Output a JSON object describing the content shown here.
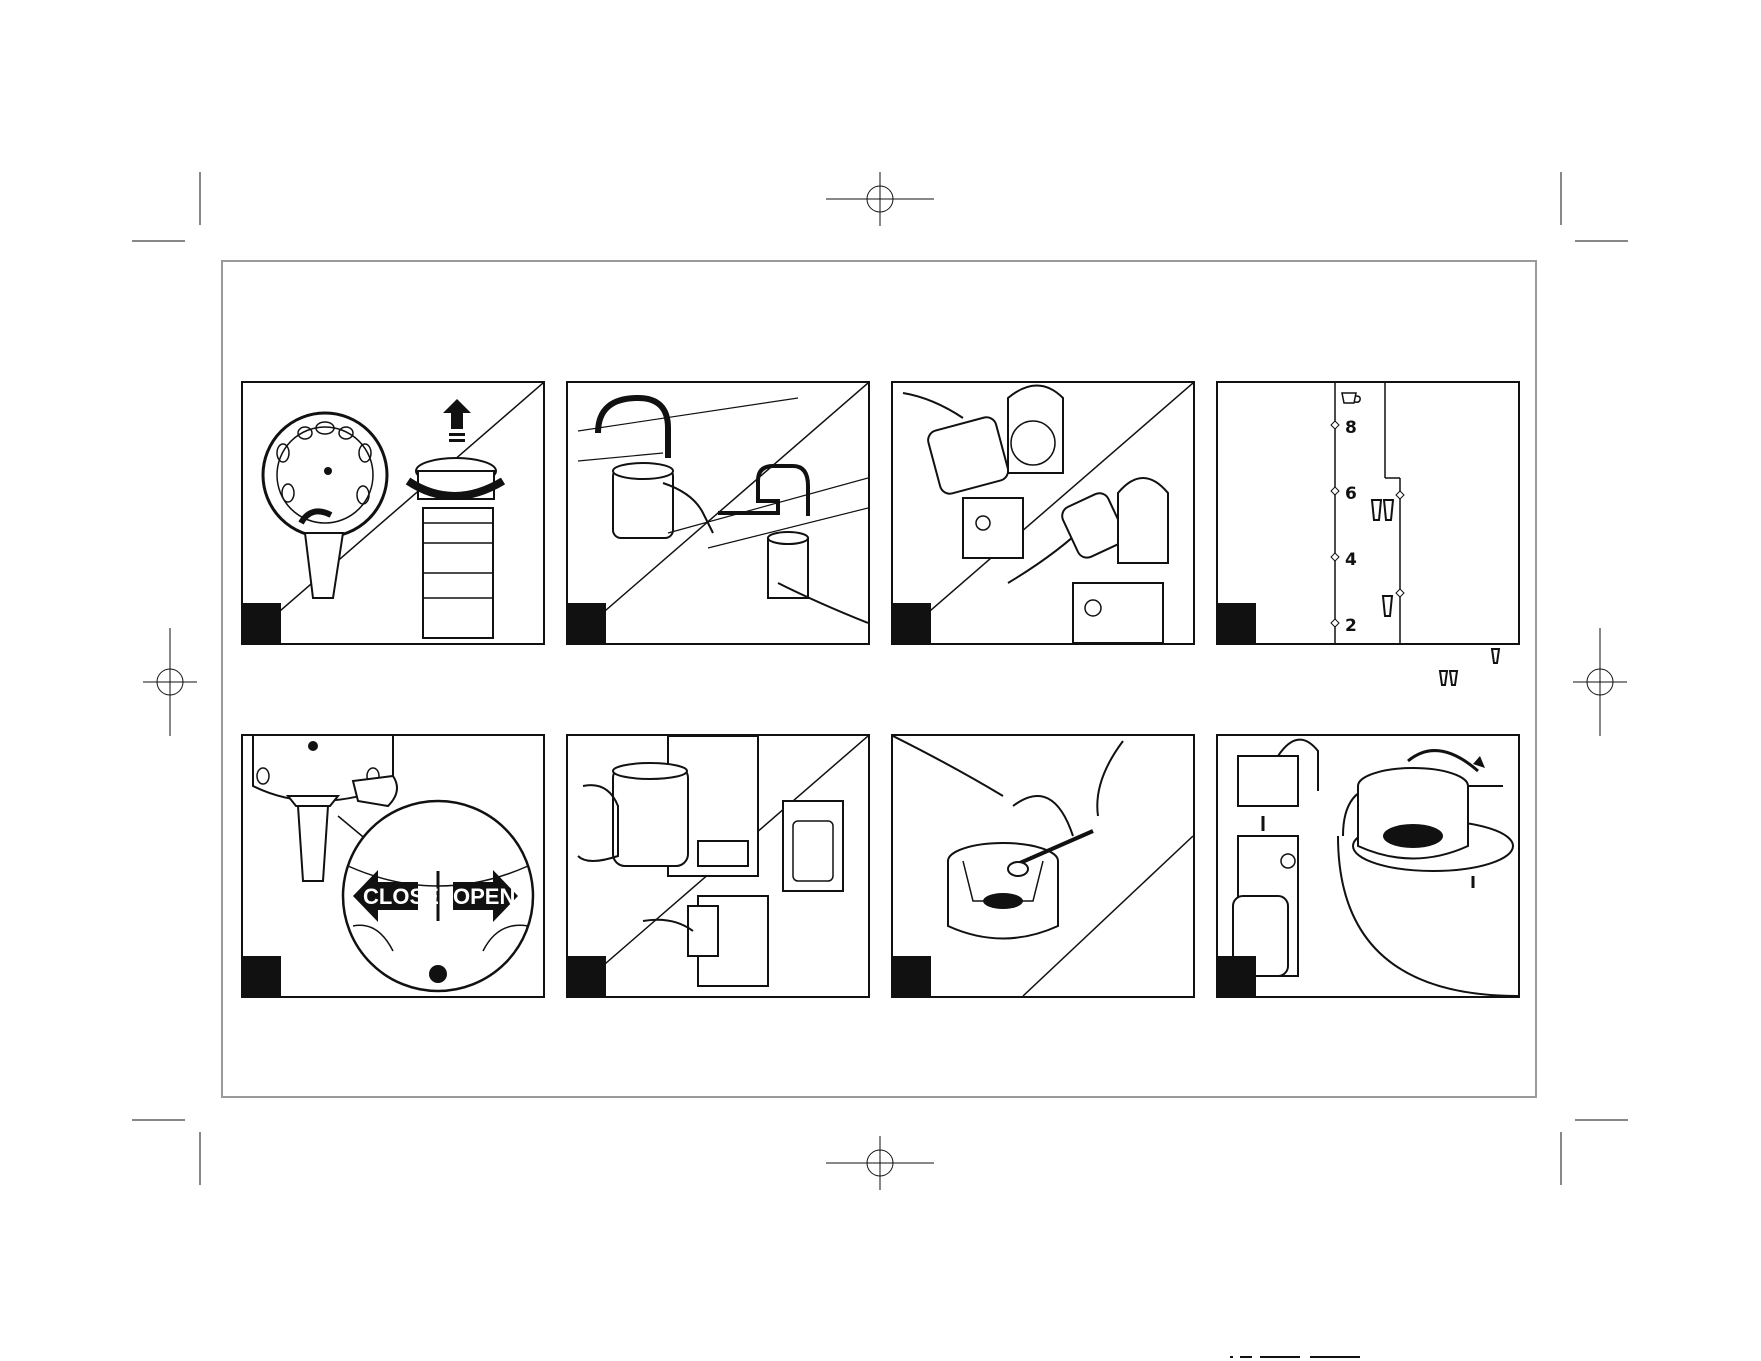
{
  "steps": [
    {
      "panel": "twist-lid-off",
      "icon": "carafe-lid-twist-icon"
    },
    {
      "panel": "fill-at-sink",
      "icon": "faucet-fill-icon"
    },
    {
      "panel": "pour-water-reservoir",
      "icon": "pour-water-icon"
    },
    {
      "panel": "water-level-scale",
      "icon": "water-scale-icon"
    },
    {
      "panel": "close-open-lid",
      "icon": "lid-lock-icon"
    },
    {
      "panel": "place-carafe",
      "icon": "coffeemaker-icon"
    },
    {
      "panel": "add-ground-coffee",
      "icon": "coffee-scoop-icon"
    },
    {
      "panel": "insert-filter-basket",
      "icon": "filter-basket-icon"
    }
  ],
  "water_scale": {
    "marks": [
      "8",
      "6",
      "4",
      "2"
    ]
  },
  "lid_buttons": {
    "close_label": "CLOSE",
    "open_label": "OPEN"
  },
  "colors": {
    "ink": "#111111",
    "frame": "#9a9a9a",
    "background": "#ffffff"
  }
}
